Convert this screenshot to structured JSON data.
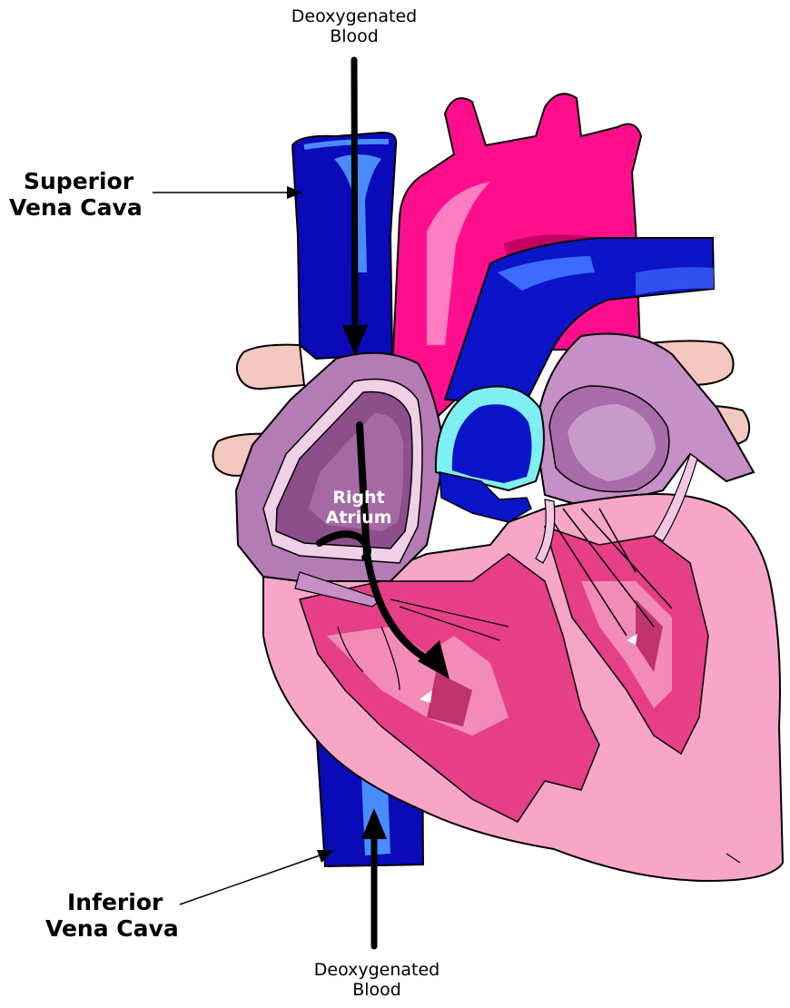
{
  "labels": {
    "top_flow": [
      "Deoxygenated",
      "Blood"
    ],
    "bottom_flow": [
      "Deoxygenated",
      "Blood"
    ],
    "superior": [
      "Superior",
      "Vena Cava"
    ],
    "inferior": [
      "Inferior",
      "Vena Cava"
    ],
    "chamber": [
      "Right",
      "Atrium"
    ]
  },
  "colors": {
    "vena_cava": "#0a0ab8",
    "vena_highlight": "#4a8cff",
    "aorta": "#ff0f8e",
    "aorta_dark": "#c20065",
    "pulmonary": "#0b14c9",
    "atrium": "#b57bb4",
    "atrium_dark": "#8c4f8c",
    "ventricle": "#f7a6c8",
    "muscle": "#e63f88",
    "muscle_dark": "#c0336f",
    "rib": "#f4c8c0",
    "valve": "#7ef0f4",
    "arrow": "#000000"
  }
}
